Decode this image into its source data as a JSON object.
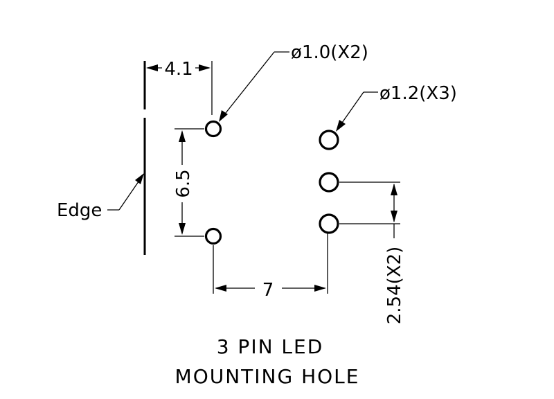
{
  "labels": {
    "hole_small": "ø1.0(X2)",
    "hole_large": "ø1.2(X3)",
    "edge": "Edge",
    "dim_edge_offset": "4.1",
    "dim_vertical_spacing": "6.5",
    "dim_horizontal_spacing": "7",
    "dim_pin_pitch": "2.54(X2)"
  },
  "caption": {
    "line1": "3 PIN LED",
    "line2": "MOUNTING HOLE"
  },
  "colors": {
    "ink": "#000000",
    "background": "#ffffff"
  }
}
